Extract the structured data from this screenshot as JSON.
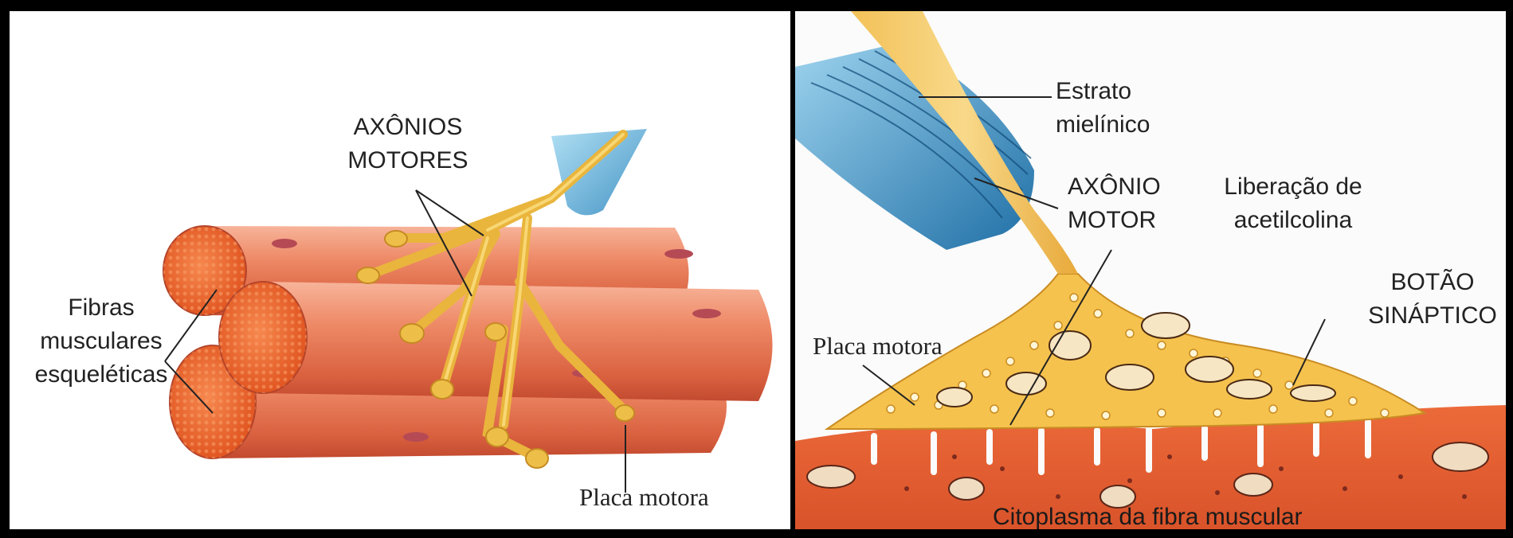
{
  "left_panel": {
    "axons_label": [
      "AXÔNIOS",
      "MOTORES"
    ],
    "fibers_label": [
      "Fibras",
      "musculares",
      "esqueléticas"
    ],
    "endplate_label": "Placa motora"
  },
  "right_panel": {
    "myelin_label": [
      "Estrato",
      "mielínico"
    ],
    "axon_label": [
      "AXÔNIO",
      "MOTOR"
    ],
    "ach_label": [
      "Liberação de",
      "acetilcolina"
    ],
    "bouton_label": [
      "BOTÃO",
      "SINÁPTICO"
    ],
    "endplate_label": "Placa motora",
    "cytoplasm_label": "Citoplasma da fibra muscular"
  },
  "colors": {
    "frame": "#000000",
    "muscle": "#e8734f",
    "muscle_cross_section": "#f0642e",
    "nerve": "#f2c24a",
    "myelin": "#3b8fc4",
    "cytoplasm": "#e2562a"
  }
}
